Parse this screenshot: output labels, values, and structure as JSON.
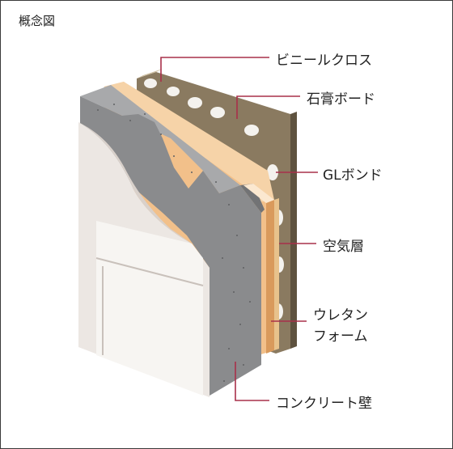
{
  "title": "概念図",
  "labels": {
    "vinyl_cloth": "ビニールクロス",
    "gypsum_board": "石膏ボード",
    "gl_bond": "GLボンド",
    "air_layer": "空気層",
    "urethane_line1": "ウレタン",
    "urethane_line2": "フォーム",
    "concrete_wall": "コンクリート壁"
  },
  "colors": {
    "leader": "#a8304a",
    "concrete": "#8a8b8d",
    "urethane": "#f2c08a",
    "urethane_light": "#f6d3a8",
    "gypsum": "#8a7a60",
    "room_wall": "#ece7e3",
    "foam_dot": "#f4f2ee"
  }
}
